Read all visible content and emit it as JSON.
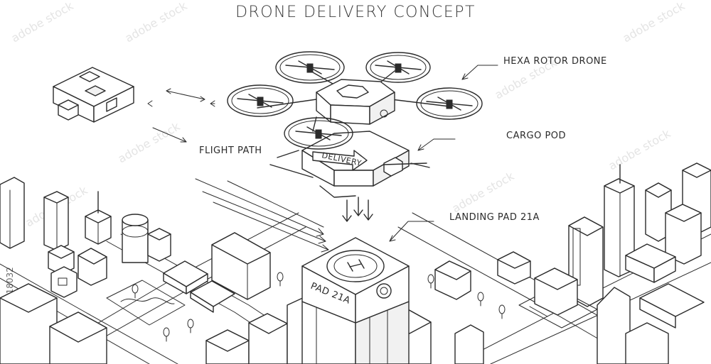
{
  "title": "DRONE DELIVERY CONCEPT",
  "labels": {
    "drone": "HEXA ROTOR DRONE",
    "cargo": "CARGO POD",
    "flight_path": "FLIGHT PATH",
    "landing_pad": "LANDING PAD 21A",
    "pad_sign": "PAD 21A",
    "pod_text": "DELIVERY"
  },
  "watermark": "adobe stock",
  "side_id": "#202718032",
  "colors": {
    "ink": "#2b2b2b",
    "background": "#ffffff"
  }
}
